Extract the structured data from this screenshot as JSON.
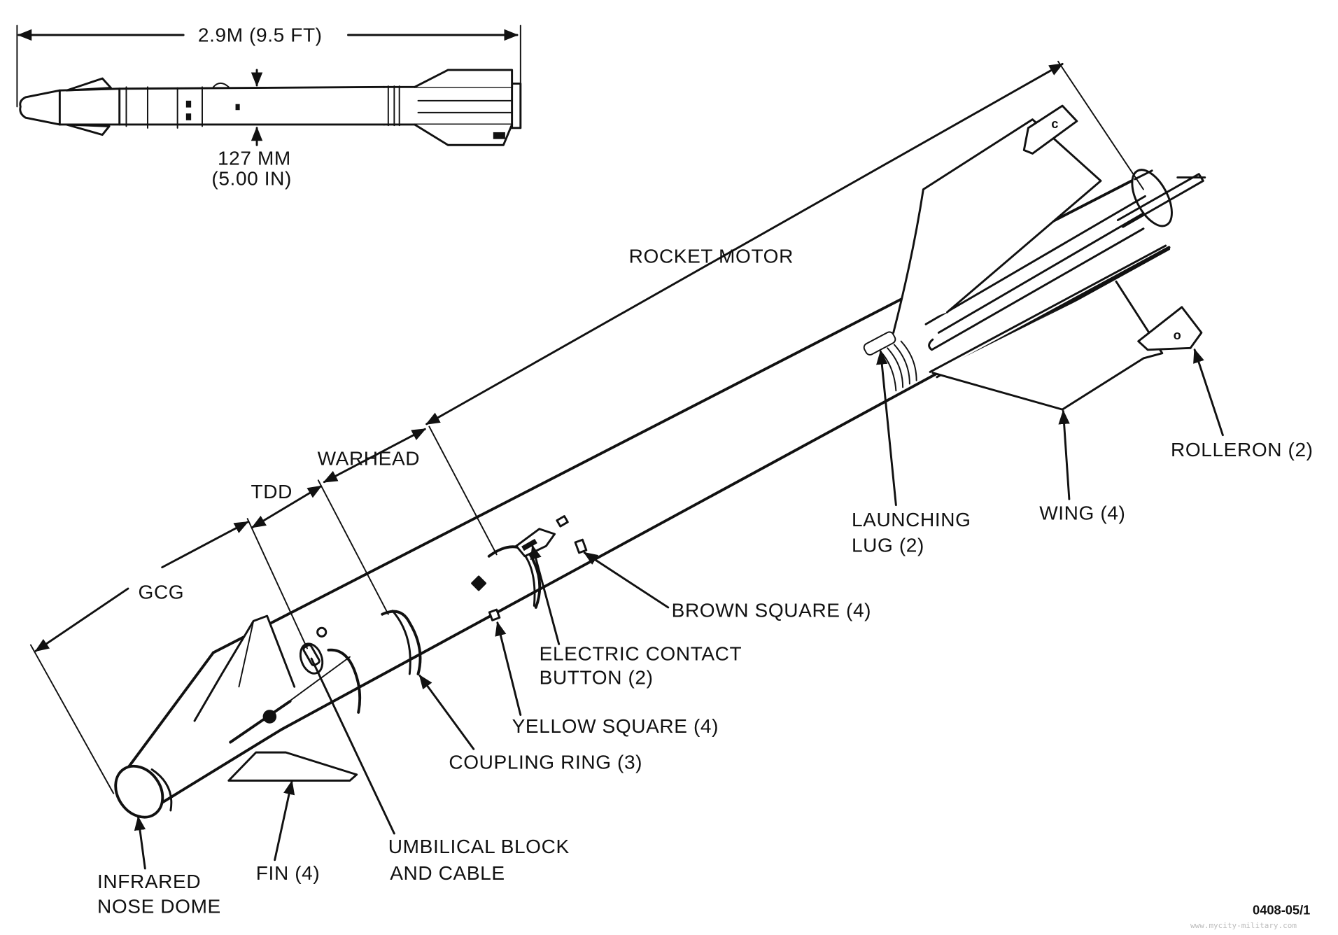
{
  "figure": {
    "id_code": "0408-05/1",
    "watermark": "www.mycity-military.com"
  },
  "inset": {
    "length_label": "2.9M  (9.5 FT)",
    "diameter_label_line1": "127 MM",
    "diameter_label_line2": "(5.00 IN)"
  },
  "sections": {
    "rocket_motor": "ROCKET MOTOR",
    "warhead": "WARHEAD",
    "tdd": "TDD",
    "gcg": "GCG"
  },
  "callouts": {
    "launching_lug_line1": "LAUNCHING",
    "launching_lug_line2": "LUG (2)",
    "wing": "WING (4)",
    "rolleron": "ROLLERON (2)",
    "brown_square": "BROWN SQUARE (4)",
    "electric_contact_line1": "ELECTRIC CONTACT",
    "electric_contact_line2": "BUTTON (2)",
    "yellow_square": "YELLOW SQUARE (4)",
    "coupling_ring": "COUPLING RING (3)",
    "umbilical_line1": "UMBILICAL BLOCK",
    "umbilical_line2": "AND CABLE",
    "fin": "FIN (4)",
    "nose_dome_line1": "INFRARED",
    "nose_dome_line2": "NOSE DOME"
  }
}
